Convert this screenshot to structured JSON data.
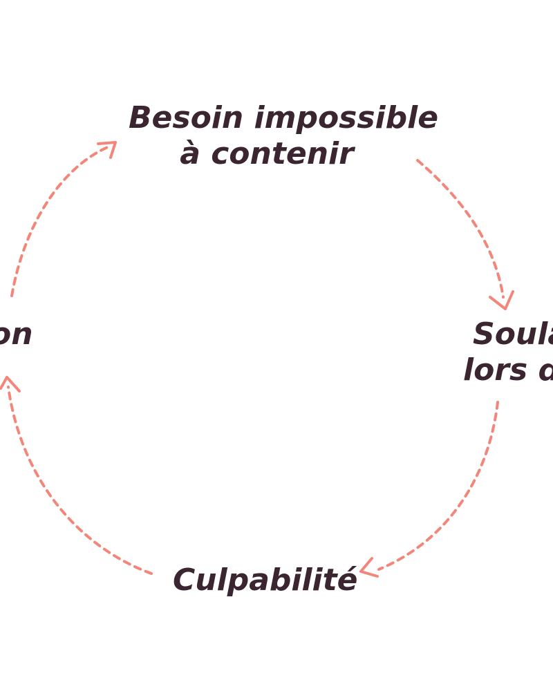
{
  "diagram": {
    "type": "cycle",
    "colors": {
      "arrow": "#f2867a",
      "text": "#3a2530",
      "background": "#ffffff"
    },
    "nodes": {
      "top": {
        "line1": "Besoin impossible",
        "line2": "à contenir"
      },
      "right": {
        "line1": "Soula",
        "line2": "lors d"
      },
      "bottom": {
        "line1": "Culpabilité"
      },
      "left": {
        "line1": "on"
      }
    }
  }
}
